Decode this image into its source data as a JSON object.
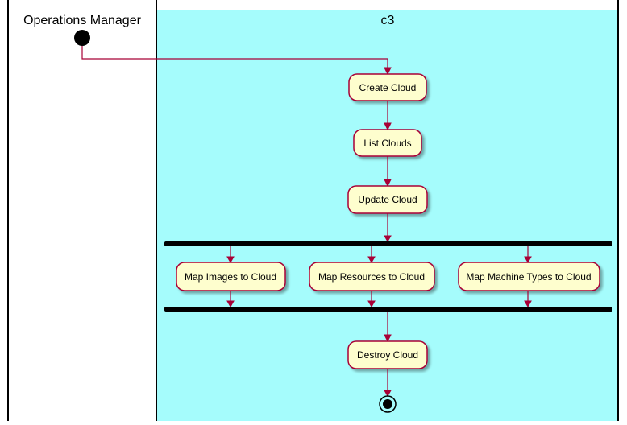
{
  "swimlanes": [
    {
      "title": "Operations Manager",
      "color": "#FFFFFF"
    },
    {
      "title": "c3",
      "color": "#A5FCFC"
    }
  ],
  "activities": {
    "create": "Create Cloud",
    "list": "List Clouds",
    "update": "Update Cloud",
    "map_images": "Map Images to Cloud",
    "map_resources": "Map Resources to Cloud",
    "map_machine_types": "Map Machine Types to Cloud",
    "destroy": "Destroy Cloud"
  },
  "colors": {
    "activity_fill": "#FEFECE",
    "border": "#A80036",
    "c3_lane_background": "#A5FCFC"
  }
}
